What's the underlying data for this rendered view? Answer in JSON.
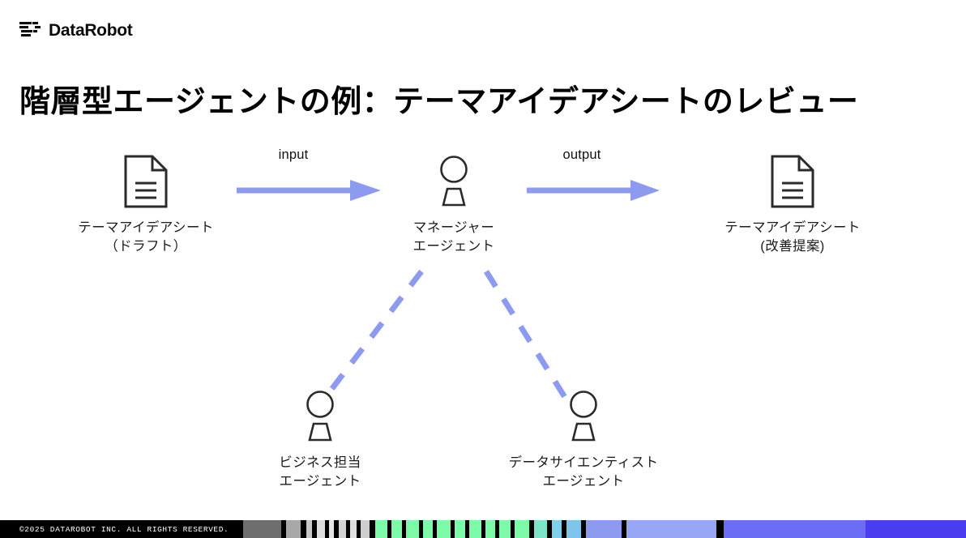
{
  "brand": {
    "name": "DataRobot",
    "mark_icon": "datarobot-bars-logo-icon"
  },
  "title": "階層型エージェントの例：テーマアイデアシートのレビュー",
  "colors": {
    "accent_periwinkle": "#8c9bf0",
    "outline": "#2b2b2b",
    "text": "#111111",
    "footer_bg": "#000000",
    "footer_text": "#ffffff"
  },
  "diagram": {
    "nodes": [
      {
        "id": "draft",
        "icon": "document-icon",
        "label": "テーマアイデアシート\n（ドラフト）"
      },
      {
        "id": "manager",
        "icon": "person-agent-icon",
        "label": "マネージャー\nエージェント"
      },
      {
        "id": "final",
        "icon": "document-icon",
        "label": "テーマアイデアシート\n(改善提案)"
      },
      {
        "id": "business",
        "icon": "person-agent-icon",
        "label": "ビジネス担当\nエージェント"
      },
      {
        "id": "datascientist",
        "icon": "person-agent-icon",
        "label": "データサイエンティスト\nエージェント"
      }
    ],
    "edges": [
      {
        "id": "input",
        "caption": "input",
        "style": "solid-arrow",
        "from": "draft",
        "to": "manager"
      },
      {
        "id": "output",
        "caption": "output",
        "style": "solid-arrow",
        "from": "manager",
        "to": "final"
      },
      {
        "id": "manager-business",
        "caption": "",
        "style": "dashed",
        "from": "manager",
        "to": "business"
      },
      {
        "id": "manager-datascientist",
        "caption": "",
        "style": "dashed",
        "from": "manager",
        "to": "datascientist"
      }
    ]
  },
  "footer": {
    "copyright": "©2025 DATAROBOT INC. ALL RIGHTS RESERVED.",
    "barcode": [
      {
        "color": "#000000",
        "width": 14
      },
      {
        "color": "#6e6e6e",
        "width": 36
      },
      {
        "color": "#000000",
        "width": 5
      },
      {
        "color": "#a8a8a8",
        "width": 14
      },
      {
        "color": "#000000",
        "width": 5
      },
      {
        "color": "#c9c9c9",
        "width": 6
      },
      {
        "color": "#000000",
        "width": 4
      },
      {
        "color": "#dddddd",
        "width": 8
      },
      {
        "color": "#000000",
        "width": 4
      },
      {
        "color": "#e6e6e6",
        "width": 5
      },
      {
        "color": "#000000",
        "width": 4
      },
      {
        "color": "#d2d2d2",
        "width": 7
      },
      {
        "color": "#000000",
        "width": 4
      },
      {
        "color": "#e0e0e0",
        "width": 6
      },
      {
        "color": "#000000",
        "width": 4
      },
      {
        "color": "#cfcfcf",
        "width": 9
      },
      {
        "color": "#000000",
        "width": 5
      },
      {
        "color": "#7dfaa8",
        "width": 12
      },
      {
        "color": "#000000",
        "width": 4
      },
      {
        "color": "#7dfaa8",
        "width": 10
      },
      {
        "color": "#000000",
        "width": 4
      },
      {
        "color": "#7dfaa8",
        "width": 12
      },
      {
        "color": "#000000",
        "width": 4
      },
      {
        "color": "#7dfaa8",
        "width": 9
      },
      {
        "color": "#000000",
        "width": 4
      },
      {
        "color": "#7dfaa8",
        "width": 13
      },
      {
        "color": "#000000",
        "width": 4
      },
      {
        "color": "#7dfaa8",
        "width": 10
      },
      {
        "color": "#000000",
        "width": 4
      },
      {
        "color": "#7dfaa8",
        "width": 12
      },
      {
        "color": "#000000",
        "width": 4
      },
      {
        "color": "#7dfaa8",
        "width": 9
      },
      {
        "color": "#000000",
        "width": 4
      },
      {
        "color": "#7dfaa8",
        "width": 11
      },
      {
        "color": "#000000",
        "width": 4
      },
      {
        "color": "#7dfaa8",
        "width": 14
      },
      {
        "color": "#000000",
        "width": 4
      },
      {
        "color": "#7fe3c8",
        "width": 13
      },
      {
        "color": "#000000",
        "width": 4
      },
      {
        "color": "#7fd0e8",
        "width": 10
      },
      {
        "color": "#000000",
        "width": 4
      },
      {
        "color": "#7fc4ea",
        "width": 14
      },
      {
        "color": "#000000",
        "width": 5
      },
      {
        "color": "#8c9bf0",
        "width": 34
      },
      {
        "color": "#000000",
        "width": 5
      },
      {
        "color": "#97a5f5",
        "width": 86
      },
      {
        "color": "#000000",
        "width": 7
      },
      {
        "color": "#6b6ef5",
        "width": 136
      },
      {
        "color": "#4b3ef0",
        "width": 96
      }
    ]
  }
}
